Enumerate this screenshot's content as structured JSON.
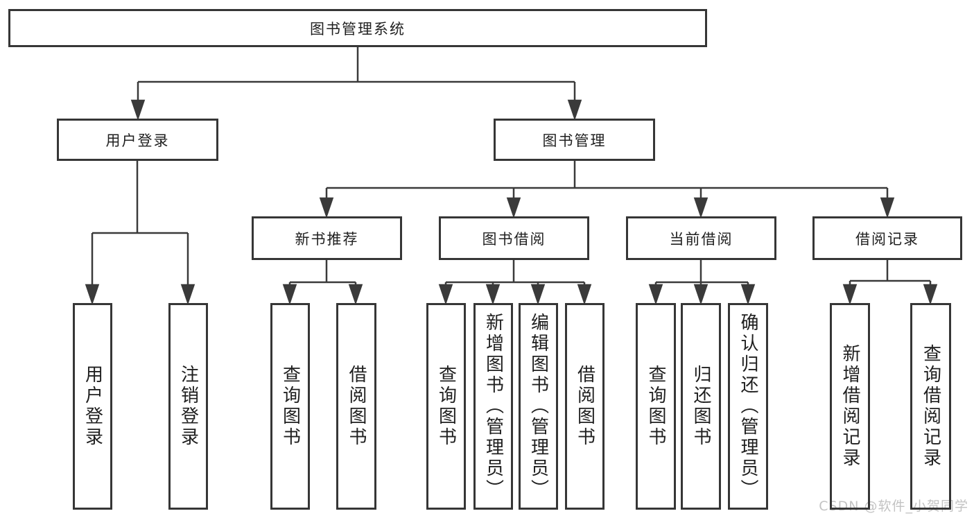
{
  "diagram": {
    "type": "hierarchy-tree",
    "title": "图书管理系统",
    "colors": {
      "line": "#3a3a3a",
      "box_border": "#363636",
      "text": "#1f1f1f",
      "background": "#ffffff",
      "watermark": "#c3c3c3"
    },
    "nodes": {
      "root": {
        "label": "图书管理系统",
        "children": [
          "user_login",
          "book_mgmt"
        ]
      },
      "user_login": {
        "label": "用户登录",
        "children": [
          "leaf_user_login",
          "leaf_logout"
        ]
      },
      "book_mgmt": {
        "label": "图书管理",
        "children": [
          "new_book_rec",
          "book_borrow",
          "current_borrow",
          "borrow_records"
        ]
      },
      "new_book_rec": {
        "label": "新书推荐",
        "children": [
          "nb_query_books",
          "nb_borrow_books"
        ]
      },
      "book_borrow": {
        "label": "图书借阅",
        "children": [
          "bb_query_books",
          "bb_add_books",
          "bb_edit_books",
          "bb_borrow_books"
        ]
      },
      "current_borrow": {
        "label": "当前借阅",
        "children": [
          "cb_query_books",
          "cb_return_books",
          "cb_confirm_return"
        ]
      },
      "borrow_records": {
        "label": "借阅记录",
        "children": [
          "br_add_record",
          "br_query_record"
        ]
      },
      "leaf_user_login": {
        "label": "用户登录",
        "children": []
      },
      "leaf_logout": {
        "label": "注销登录",
        "children": []
      },
      "nb_query_books": {
        "label": "查询图书",
        "children": []
      },
      "nb_borrow_books": {
        "label": "借阅图书",
        "children": []
      },
      "bb_query_books": {
        "label": "查询图书",
        "children": []
      },
      "bb_add_books": {
        "label": "新增图书（管理员）",
        "children": []
      },
      "bb_edit_books": {
        "label": "编辑图书（管理员）",
        "children": []
      },
      "bb_borrow_books": {
        "label": "借阅图书",
        "children": []
      },
      "cb_query_books": {
        "label": "查询图书",
        "children": []
      },
      "cb_return_books": {
        "label": "归还图书",
        "children": []
      },
      "cb_confirm_return": {
        "label": "确认归还（管理员）",
        "children": []
      },
      "br_add_record": {
        "label": "新增借阅记录",
        "children": []
      },
      "br_query_record": {
        "label": "查询借阅记录",
        "children": []
      }
    },
    "watermark": "CSDN @软件_小贺同学"
  }
}
